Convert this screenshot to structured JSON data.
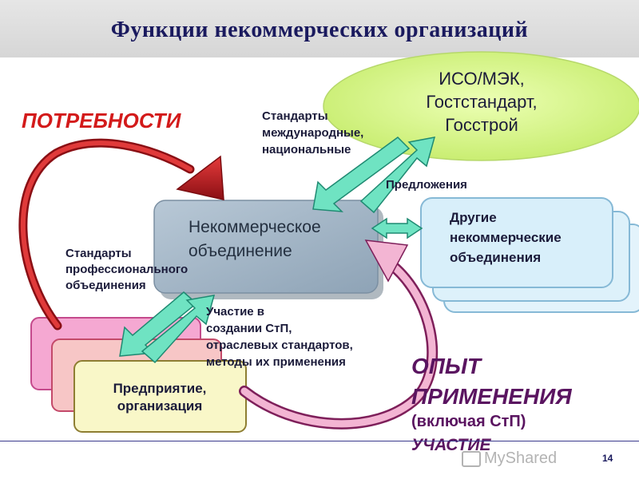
{
  "title": "Функции некоммерческих организаций",
  "nodes": {
    "iso": "ИСО/МЭК,\nГостстандарт,\nГосстрой",
    "nonprofit": "Некоммерческое\nобъединение",
    "other": "Другие\nнекоммерческие\nобъединения",
    "enterprise": "Предприятие,\nорганизация"
  },
  "labels": {
    "needs": "ПОТРЕБНОСТИ",
    "standards_intl": "Стандарты\nмеждународные,\nнациональные",
    "proposals": "Предложения",
    "standards_prof": "Стандарты\n  профессионального\n  объединения",
    "participation": "Участие в\nсоздании СтП,\nотраслевых стандартов,\n  методы их применения",
    "experience": "ОПЫТ\nПРИМЕНЕНИЯ",
    "including": "(включая СтП)",
    "participation_caps": "УЧАСТИЕ"
  },
  "watermark": "MyShared",
  "page_number": "14",
  "colors": {
    "title": "#1a1a5e",
    "red_label": "#d31a1a",
    "purple_label": "#5a1460",
    "iso_fill": "#d8f58c",
    "nonprofit_fill": "#9fb2c4",
    "other_fill": "#d8effa",
    "enterprise_fill": "#f9f7c8",
    "stack_pink": "#f5a8d2",
    "stack_rose": "#f7c6c6",
    "arrow_green": "#6fe3c2",
    "arrow_red": "#c0141a",
    "arrow_pink": "#f3b5d3"
  }
}
